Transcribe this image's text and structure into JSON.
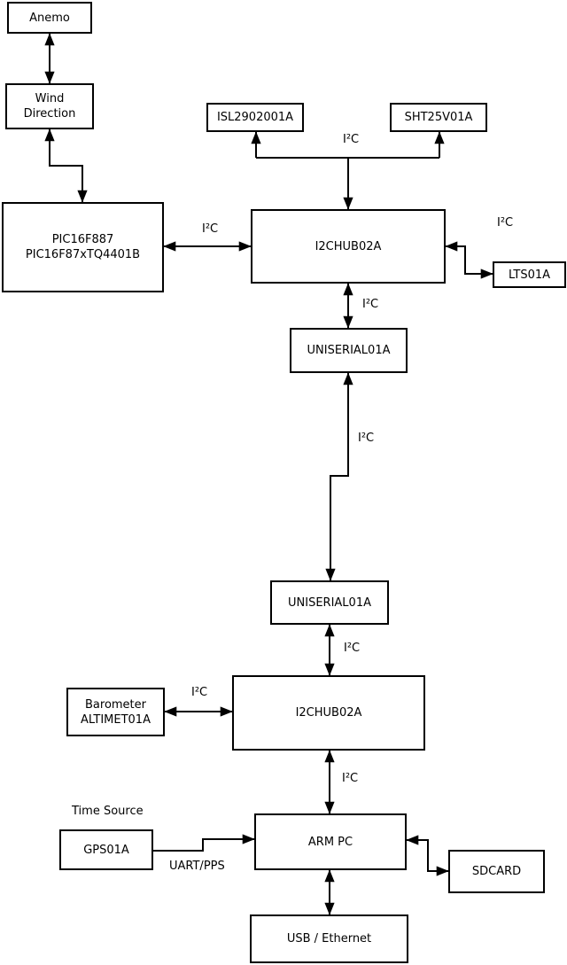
{
  "diagram": {
    "colors": {
      "stroke": "#000000",
      "background": "#ffffff",
      "text": "#000000"
    },
    "nodes": {
      "anemo": {
        "label": "Anemo"
      },
      "wind_direction": {
        "label": "Wind\nDirection"
      },
      "pic16f887": {
        "label": "PIC16F887\nPIC16F87xTQ4401B"
      },
      "isl2902001a": {
        "label": "ISL2902001A"
      },
      "sht25v01a": {
        "label": "SHT25V01A"
      },
      "i2chub02a_top": {
        "label": "I2CHUB02A"
      },
      "lts01a": {
        "label": "LTS01A"
      },
      "uniserial01a_top": {
        "label": "UNISERIAL01A"
      },
      "uniserial01a_bottom": {
        "label": "UNISERIAL01A"
      },
      "i2chub02a_bottom": {
        "label": "I2CHUB02A"
      },
      "barometer": {
        "label": "Barometer\nALTIMET01A"
      },
      "gps01a": {
        "label": "GPS01A"
      },
      "arm_pc": {
        "label": "ARM PC"
      },
      "sdcard": {
        "label": "SDCARD"
      },
      "usb_ethernet": {
        "label": "USB / Ethernet"
      }
    },
    "annotations": {
      "time_source": "Time Source"
    },
    "edges": [
      {
        "from": "anemo",
        "to": "wind_direction",
        "direction": "bidirectional",
        "label": ""
      },
      {
        "from": "wind_direction",
        "to": "pic16f887",
        "direction": "bidirectional",
        "label": ""
      },
      {
        "from": "pic16f887",
        "to": "i2chub02a_top",
        "direction": "bidirectional",
        "label": "I²C"
      },
      {
        "from": "i2chub02a_top",
        "to": "isl2902001a, sht25v01a",
        "direction": "unidirectional",
        "label": "I²C"
      },
      {
        "from": "i2chub02a_top",
        "to": "lts01a",
        "direction": "bidirectional",
        "label": "I²C"
      },
      {
        "from": "i2chub02a_top",
        "to": "uniserial01a_top",
        "direction": "bidirectional",
        "label": "I²C"
      },
      {
        "from": "uniserial01a_top",
        "to": "uniserial01a_bottom",
        "direction": "bidirectional",
        "label": "I²C"
      },
      {
        "from": "uniserial01a_bottom",
        "to": "i2chub02a_bottom",
        "direction": "bidirectional",
        "label": "I²C"
      },
      {
        "from": "barometer",
        "to": "i2chub02a_bottom",
        "direction": "bidirectional",
        "label": "I²C"
      },
      {
        "from": "i2chub02a_bottom",
        "to": "arm_pc",
        "direction": "bidirectional",
        "label": "I²C"
      },
      {
        "from": "gps01a",
        "to": "arm_pc",
        "direction": "unidirectional",
        "label": "UART/PPS"
      },
      {
        "from": "arm_pc",
        "to": "sdcard",
        "direction": "bidirectional",
        "label": ""
      },
      {
        "from": "arm_pc",
        "to": "usb_ethernet",
        "direction": "bidirectional",
        "label": ""
      }
    ]
  }
}
